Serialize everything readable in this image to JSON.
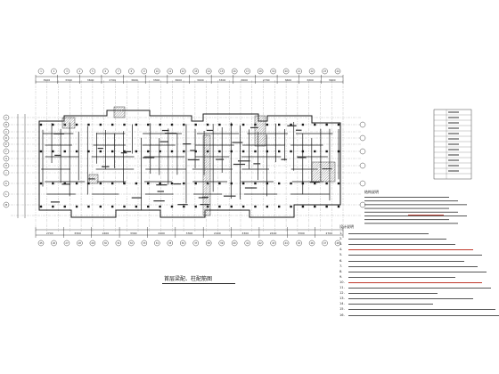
{
  "drawing": {
    "caption": "首层梁配、柱配筋图",
    "notes_title": "设计说明",
    "note_numbers": [
      "1.",
      "2.",
      "3.",
      "4.",
      "5.",
      "6.",
      "7.",
      "8.",
      "9.",
      "10.",
      "11.",
      "12.",
      "13.",
      "14.",
      "15.",
      "16."
    ],
    "general_title": "结构说明",
    "top_dimensions": [
      "3900",
      "3300",
      "3600",
      "2700",
      "3600",
      "3300",
      "3600",
      "3900",
      "3300",
      "3600",
      "2700",
      "3600",
      "3300",
      "3900"
    ],
    "bottom_dimensions": [
      "2700",
      "3300",
      "2400",
      "3300",
      "2400",
      "3300",
      "2400",
      "3300",
      "2400",
      "3300",
      "2700"
    ],
    "top_axes": [
      "1",
      "2",
      "3",
      "4",
      "5",
      "6",
      "7",
      "8",
      "9",
      "10",
      "11",
      "12",
      "13",
      "14",
      "15",
      "16",
      "17",
      "18",
      "19",
      "20",
      "21",
      "22",
      "23",
      "24",
      "25",
      "26",
      "27",
      "28",
      "29",
      "30",
      "31",
      "32",
      "33",
      "34",
      "35",
      "36",
      "37",
      "38",
      "39",
      "40",
      "41",
      "42",
      "43",
      "44",
      "45",
      "46",
      "47",
      "48"
    ],
    "left_axes": [
      "A",
      "B",
      "C",
      "D",
      "E",
      "F",
      "G",
      "H",
      "J",
      "K",
      "L",
      "M"
    ],
    "colors": {
      "line": "#1a1a1a",
      "hatch": "#7a7a7a",
      "accent": "#c0392b"
    }
  }
}
